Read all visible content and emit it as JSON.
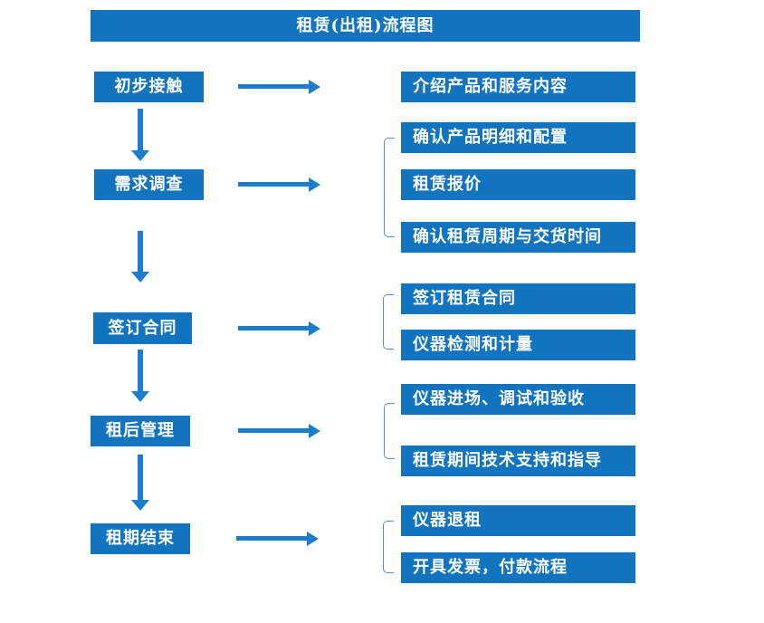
{
  "title": "租赁(出租)流程图",
  "colors": {
    "box_blue": "#1274BE",
    "arrow_blue": "#1E7CCC",
    "bracket_blue": "#5B8BC9",
    "text_white": "#FFFFFF",
    "background": "#FFFFFF"
  },
  "steps": [
    {
      "label": "初步接触",
      "details": [
        "介绍产品和服务内容"
      ]
    },
    {
      "label": "需求调查",
      "details": [
        "确认产品明细和配置",
        "租赁报价",
        "确认租赁周期与交货时间"
      ]
    },
    {
      "label": "签订合同",
      "details": [
        "签订租赁合同",
        "仪器检测和计量"
      ]
    },
    {
      "label": "租后管理",
      "details": [
        "仪器进场、调试和验收",
        "租赁期间技术支持和指导"
      ]
    },
    {
      "label": "租期结束",
      "details": [
        "仪器退租",
        "开具发票，付款流程"
      ]
    }
  ]
}
